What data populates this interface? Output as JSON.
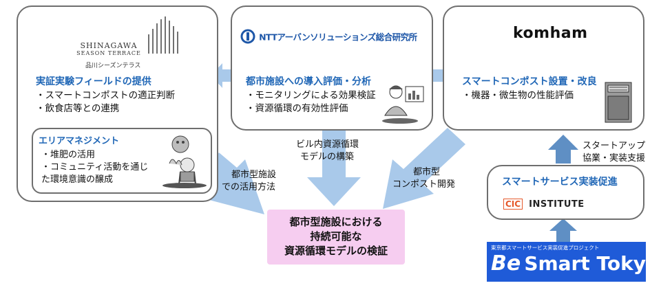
{
  "colors": {
    "heading_blue": "#1f66b6",
    "arrow_blue": "#a9c9ea",
    "arrow_dark": "#5f8fc4",
    "center_fill": "#f6cdf0",
    "border_gray": "#6e6e6e",
    "besmart_blue": "#1f5bd8"
  },
  "left_box": {
    "logo_top": "SHINAGAWA",
    "logo_sub": "SEASON TERRACE",
    "logo_jp": "品川シーズンテラス",
    "heading": "実証実験フィールドの提供",
    "bullets": [
      "・スマートコンポストの適正判断",
      "・飲食店等との連携"
    ],
    "inner": {
      "heading": "エリアマネジメント",
      "bullets": [
        "・堆肥の活用",
        "・コミュニティ活動を通じ",
        "た環境意識の醸成"
      ],
      "icon": "gardener-illustration"
    }
  },
  "middle_box": {
    "logo": "NTTアーバンソリューションズ総合研究所",
    "heading": "都市施設への導入評価・分析",
    "bullets": [
      "・モニタリングによる効果検証",
      "・資源循環の有効性評価"
    ],
    "icon": "researcher-with-chart-illustration"
  },
  "right_box": {
    "logo": "komham",
    "heading": "スマートコンポスト設置・改良",
    "bullets": [
      "・機器・微生物の性能評価"
    ],
    "icon": "compost-machine-illustration"
  },
  "smart_service_box": {
    "heading": "スマートサービス実装促進",
    "logo": "INSTITUTE",
    "logo_mark": "CIC"
  },
  "besmart": {
    "small": "東京都スマートサービス実装促進プロジェクト",
    "main_be": "Be",
    "main_rest": "Smart Tokyo"
  },
  "center": {
    "lines": [
      "都市型施設における",
      "持続可能な",
      "資源循環モデルの検証"
    ]
  },
  "arrow_labels": {
    "left": [
      "都市型施設",
      "での活用方法"
    ],
    "middle": [
      "ビル内資源循環",
      "モデルの構築"
    ],
    "right": [
      "都市型",
      "コンポスト開発"
    ],
    "startup": [
      "スタートアップ",
      "協業・実装支援"
    ]
  }
}
